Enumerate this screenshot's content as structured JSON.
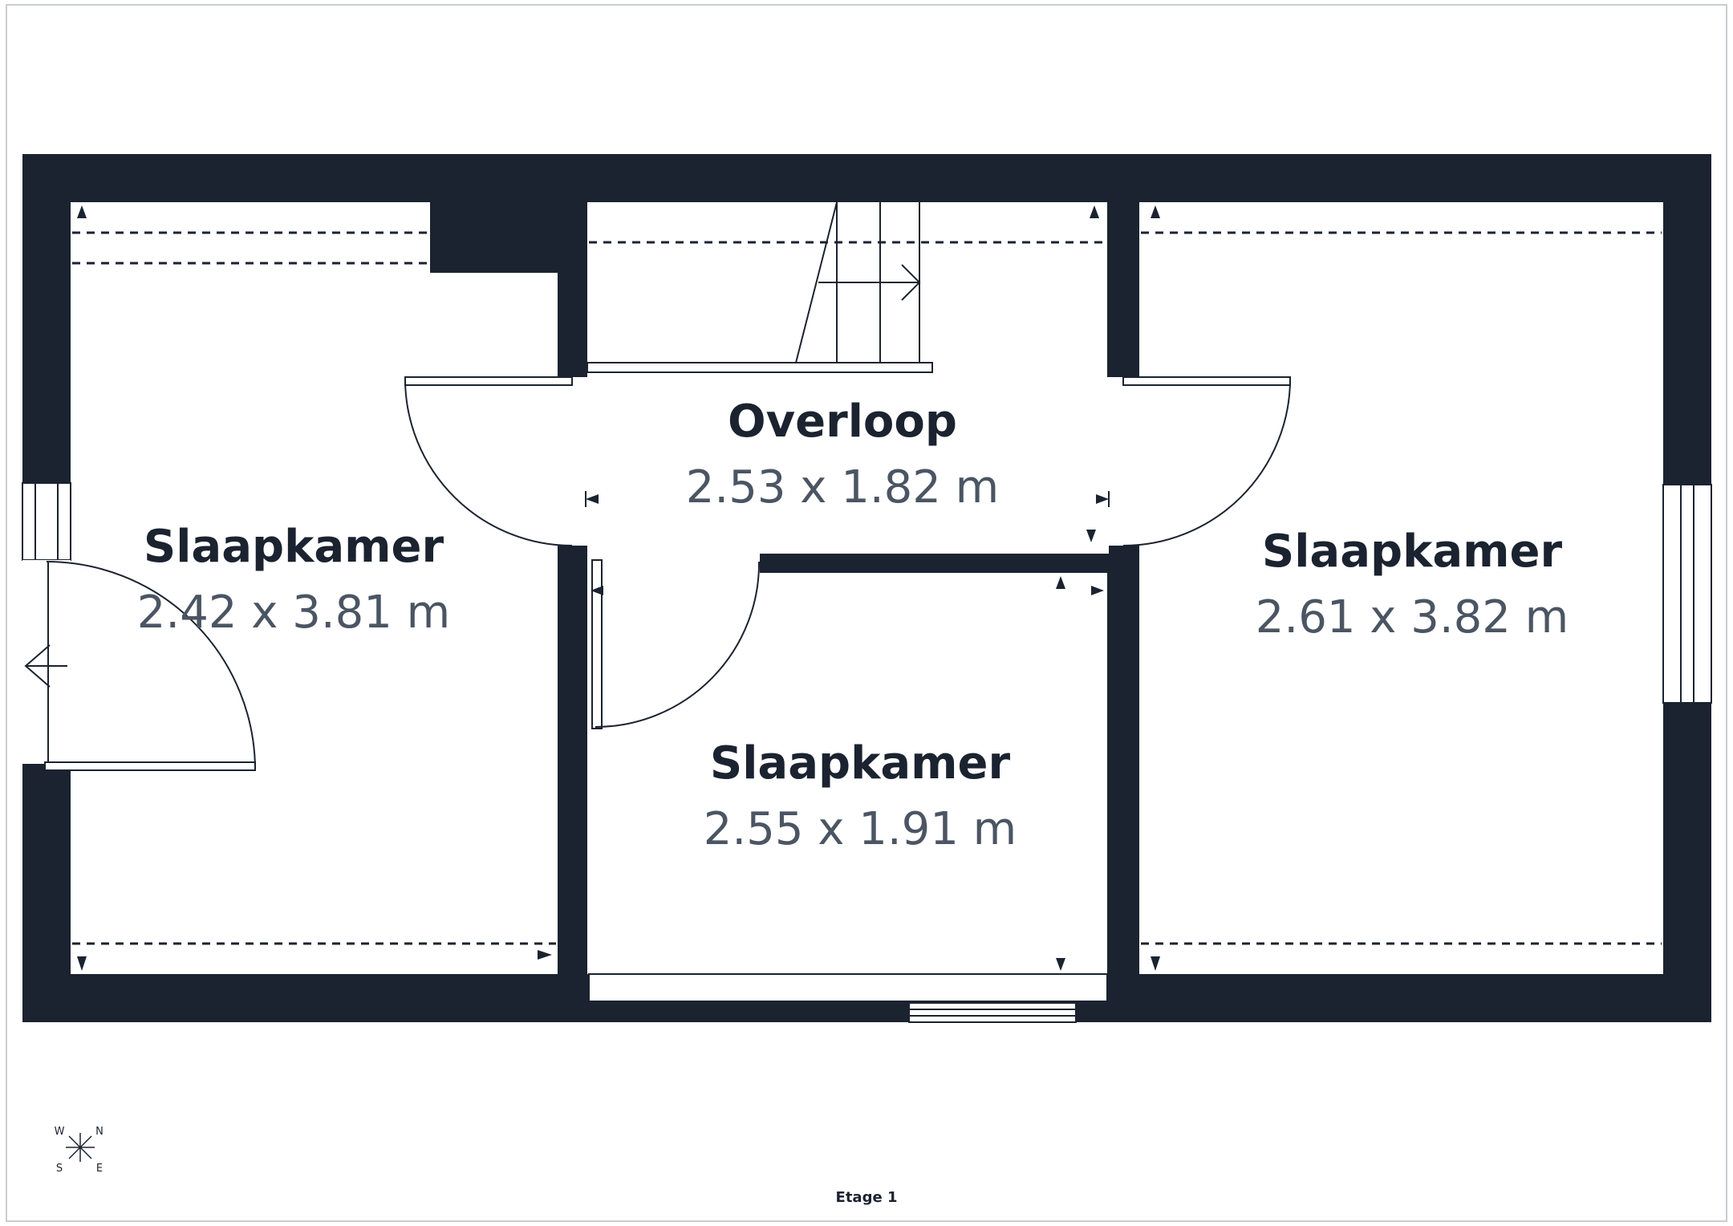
{
  "plan": {
    "wall_color": "#1b2330",
    "dim_color": "#4b5563",
    "floor_label": "Etage 1",
    "rooms": [
      {
        "name": "Slaapkamer",
        "dimensions": "2.42 x 3.81 m"
      },
      {
        "name": "Overloop",
        "dimensions": "2.53 x 1.82 m"
      },
      {
        "name": "Slaapkamer",
        "dimensions": "2.61 x 3.82 m"
      },
      {
        "name": "Slaapkamer",
        "dimensions": "2.55 x 1.91 m"
      }
    ],
    "compass": {
      "n": "N",
      "e": "E",
      "s": "S",
      "w": "W"
    }
  }
}
